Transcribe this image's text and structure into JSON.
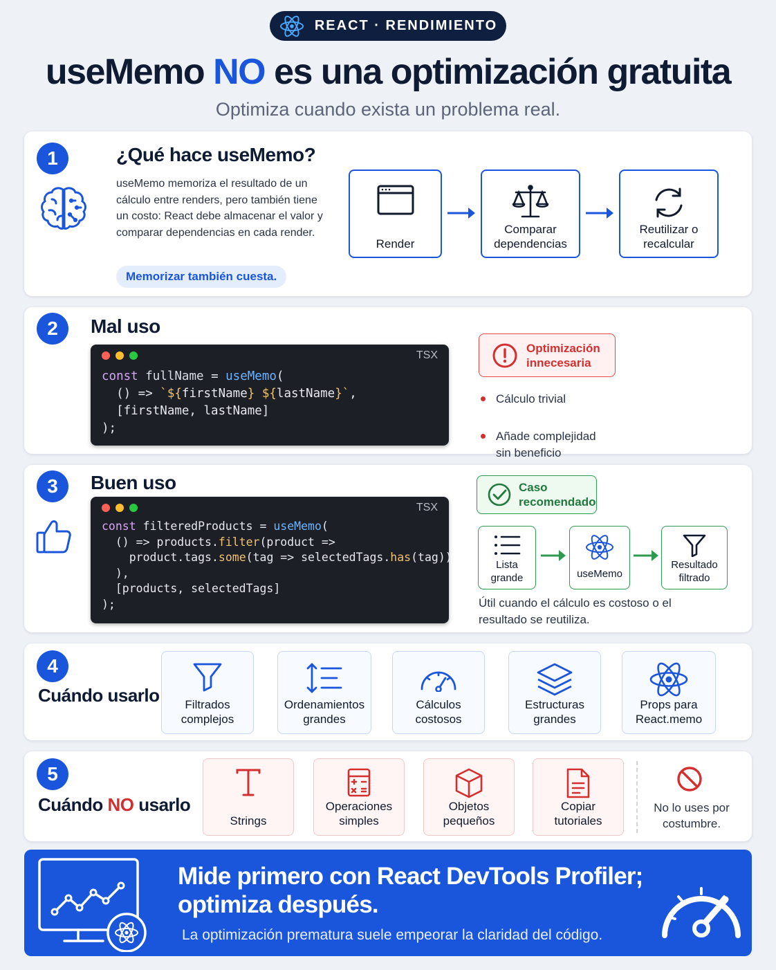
{
  "header": {
    "tag": "REACT · RENDIMIENTO",
    "title_part1": "useMemo",
    "title_no": "NO",
    "title_part2": "es una optimización gratuita",
    "subtitle": "Optimiza cuando exista un problema real."
  },
  "section1": {
    "number": "1",
    "title": "¿Qué hace useMemo?",
    "description": "useMemo memoriza el resultado de un cálculo entre renders, pero también tiene un costo: React debe almacenar el valor y comparar dependencias en cada render.",
    "highlight": "Memorizar también cuesta.",
    "flow": [
      {
        "label": "Render",
        "icon": "window-icon"
      },
      {
        "label": "Comparar dependencias",
        "icon": "scale-icon"
      },
      {
        "label": "Reutilizar o recalcular",
        "icon": "refresh-icon"
      }
    ]
  },
  "section2": {
    "number": "2",
    "title": "Mal uso",
    "code_lang": "TSX",
    "badge": "Optimización innecesaria",
    "bullets": [
      "Cálculo trivial",
      "Añade complejidad sin beneficio"
    ]
  },
  "section3": {
    "number": "3",
    "title": "Buen uso",
    "code_lang": "TSX",
    "badge": "Caso recomendado",
    "flow": [
      {
        "label": "Lista grande",
        "icon": "list-icon"
      },
      {
        "label": "useMemo",
        "icon": "react-icon"
      },
      {
        "label": "Resultado filtrado",
        "icon": "filter-icon"
      }
    ],
    "note": "Útil cuando el cálculo es costoso o el resultado se reutiliza."
  },
  "section4": {
    "number": "4",
    "title": "Cuándo usarlo",
    "items": [
      {
        "label": "Filtrados complejos",
        "icon": "filter-icon"
      },
      {
        "label": "Ordenamientos grandes",
        "icon": "sort-icon"
      },
      {
        "label": "Cálculos costosos",
        "icon": "gauge-icon"
      },
      {
        "label": "Estructuras grandes",
        "icon": "layers-icon"
      },
      {
        "label": "Props para React.memo",
        "icon": "react-icon"
      }
    ]
  },
  "section5": {
    "number": "5",
    "title_part1": "Cuándo",
    "title_no": "NO",
    "title_part2": "usarlo",
    "items": [
      {
        "label": "Strings",
        "icon": "text-icon"
      },
      {
        "label": "Operaciones simples",
        "icon": "calculator-icon"
      },
      {
        "label": "Objetos pequeños",
        "icon": "cube-icon"
      },
      {
        "label": "Copiar tutoriales",
        "icon": "document-icon"
      }
    ],
    "final": "No lo uses por costumbre."
  },
  "banner": {
    "headline": "Mide primero con React DevTools Profiler; optimiza después.",
    "sub": "La optimización prematura suele empeorar la claridad del código."
  },
  "colors": {
    "accent": "#1a56db",
    "danger": "#d32f2f",
    "success": "#2e9a4f",
    "dark": "#0f1f3f"
  }
}
